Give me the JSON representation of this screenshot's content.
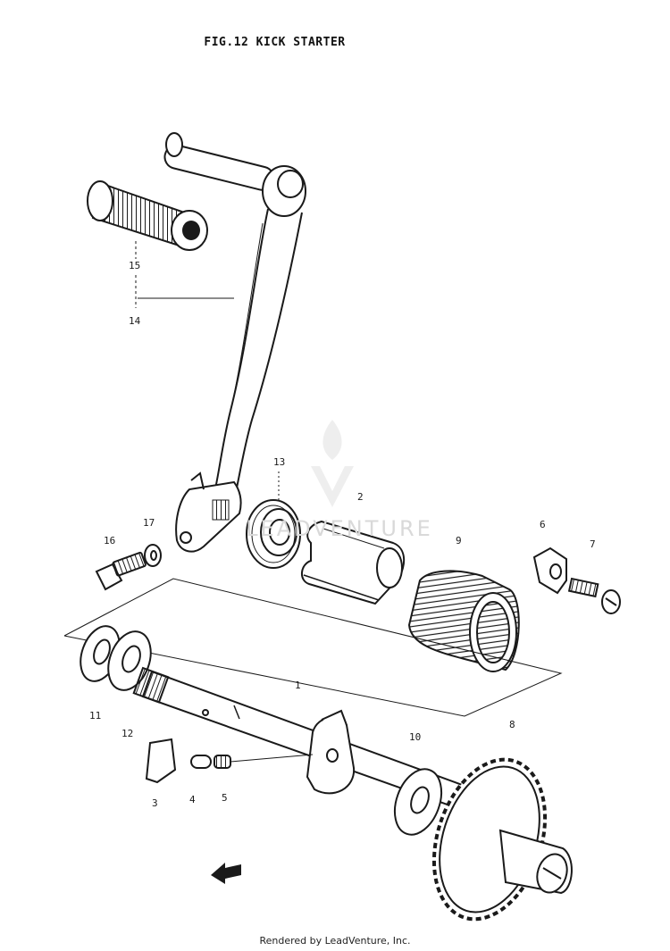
{
  "figure": {
    "title": "FIG.12  KICK STARTER"
  },
  "callouts": [
    {
      "id": "c1",
      "label": "1"
    },
    {
      "id": "c2",
      "label": "2"
    },
    {
      "id": "c3",
      "label": "3"
    },
    {
      "id": "c4",
      "label": "4"
    },
    {
      "id": "c5",
      "label": "5"
    },
    {
      "id": "c6",
      "label": "6"
    },
    {
      "id": "c7",
      "label": "7"
    },
    {
      "id": "c8",
      "label": "8"
    },
    {
      "id": "c9",
      "label": "9"
    },
    {
      "id": "c10",
      "label": "10"
    },
    {
      "id": "c11",
      "label": "11"
    },
    {
      "id": "c12",
      "label": "12"
    },
    {
      "id": "c13",
      "label": "13"
    },
    {
      "id": "c14",
      "label": "14"
    },
    {
      "id": "c15",
      "label": "15"
    },
    {
      "id": "c16",
      "label": "16"
    },
    {
      "id": "c17",
      "label": "17"
    }
  ],
  "watermark": {
    "text": "LEADVENTURE"
  },
  "footer": {
    "text": "Rendered by LeadVenture, Inc."
  },
  "colors": {
    "line": "#1a1a1a",
    "background": "#ffffff",
    "watermark": "#d9d9d9"
  }
}
